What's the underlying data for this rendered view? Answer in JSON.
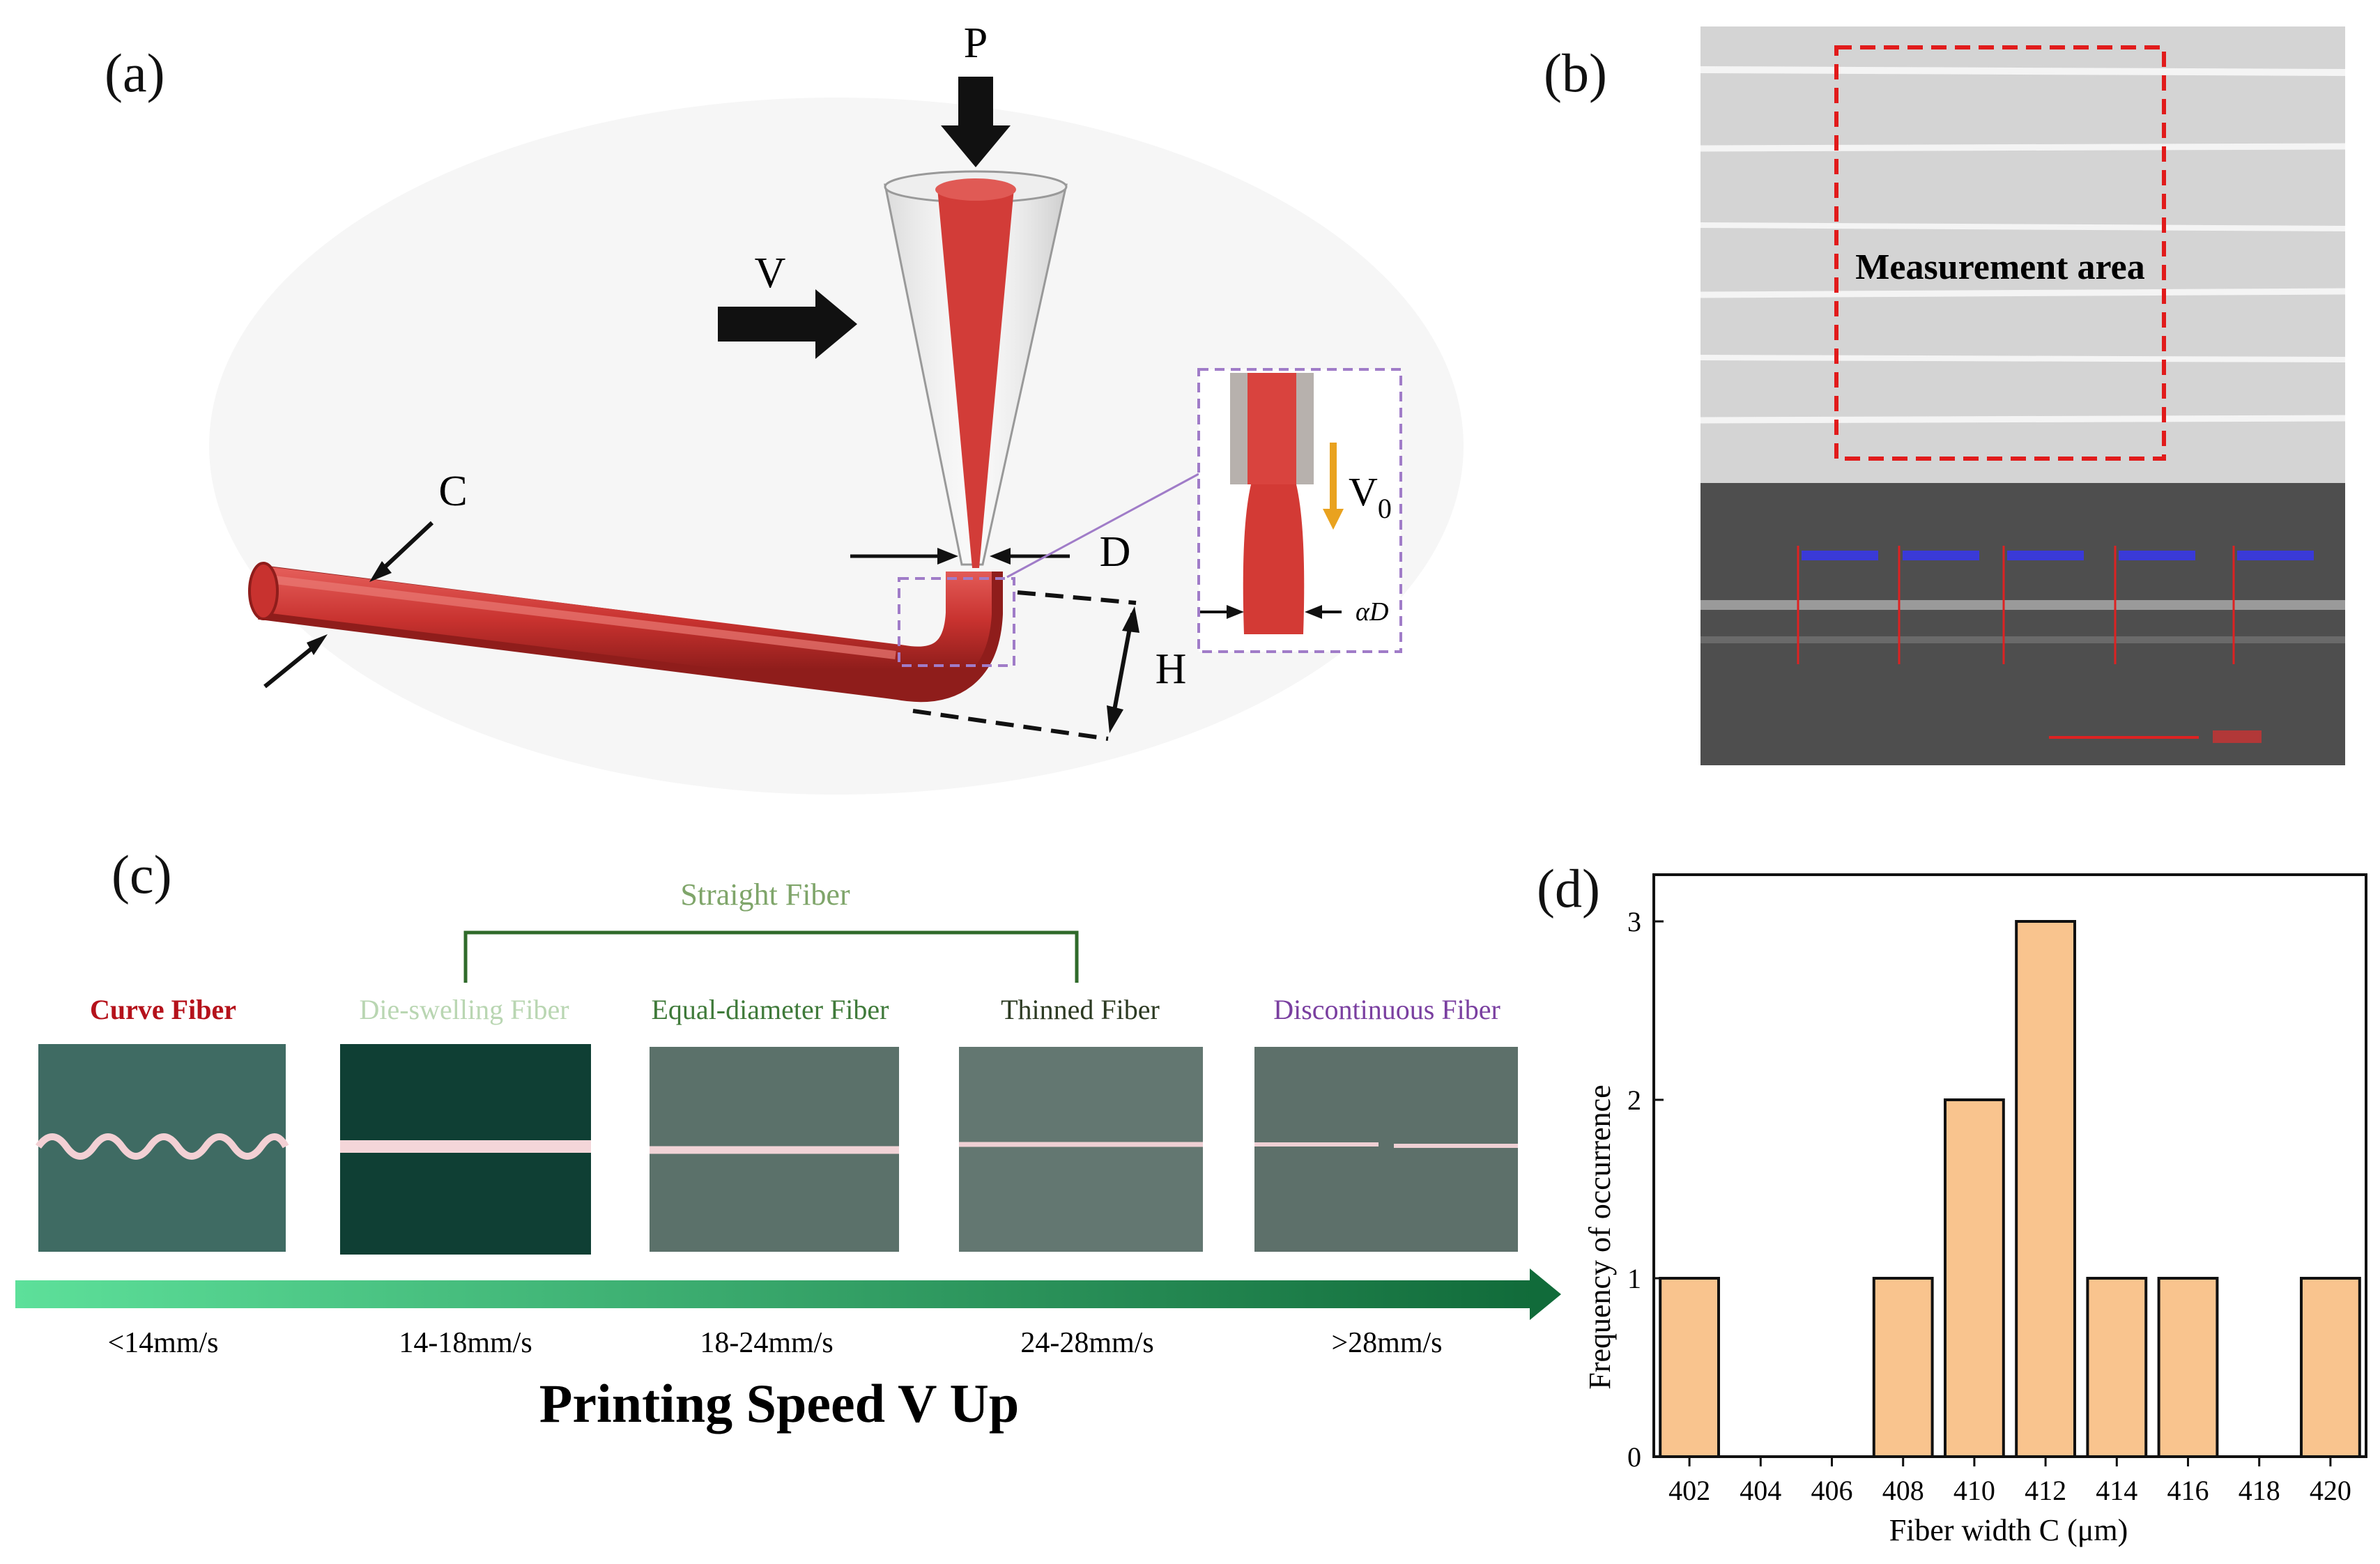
{
  "panels": {
    "a": {
      "label": "(a)",
      "labels": {
        "P": "P",
        "V": "V",
        "C": "C",
        "D": "D",
        "H": "H",
        "V0_main": "V",
        "V0_sub": "0",
        "aD": "αD"
      }
    },
    "b": {
      "label": "(b)",
      "measurement_text": "Measurement area"
    },
    "c": {
      "label": "(c)",
      "bracket_label": "Straight Fiber",
      "fiber_types": [
        {
          "name": "Curve Fiber",
          "speed": "<14mm/s",
          "color": "#b5121b"
        },
        {
          "name": "Die-swelling Fiber",
          "speed": "14-18mm/s",
          "color": "#b9d6b2"
        },
        {
          "name": "Equal-diameter Fiber",
          "speed": "18-24mm/s",
          "color": "#3f7a3a"
        },
        {
          "name": "Thinned Fiber",
          "speed": "24-28mm/s",
          "color": "#2c3a22"
        },
        {
          "name": "Discontinuous Fiber",
          "speed": ">28mm/s",
          "color": "#7a3fa0"
        }
      ],
      "axis_title": "Printing Speed V Up"
    },
    "d": {
      "label": "(d)"
    }
  },
  "chart_data": {
    "type": "bar",
    "categories": [
      "402",
      "404",
      "406",
      "408",
      "410",
      "412",
      "414",
      "416",
      "418",
      "420"
    ],
    "values": [
      1,
      0,
      0,
      1,
      2,
      3,
      1,
      1,
      0,
      1
    ],
    "xlabel": "Fiber width C (μm)",
    "ylabel": "Frequency of occurrence",
    "ylim": [
      0,
      3
    ],
    "yticks": [
      "0",
      "1",
      "2",
      "3"
    ],
    "bar_color": "#f9c48e",
    "grid": false
  }
}
